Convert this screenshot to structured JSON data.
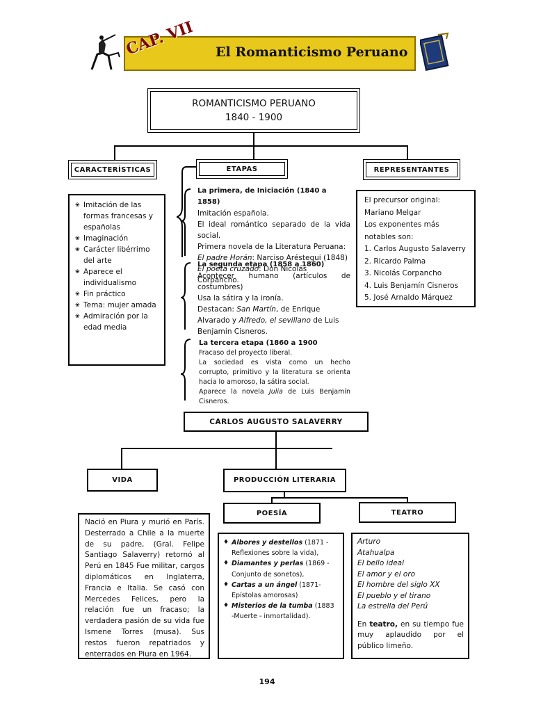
{
  "header": {
    "cap_label": "CAP. VII",
    "title": "El Romanticismo Peruano"
  },
  "main_box": {
    "title": "ROMANTICISMO PERUANO",
    "years": "1840 - 1900"
  },
  "caracteristicas": {
    "heading": "CARACTERÍSTICAS",
    "items": [
      "Imitación de las formas francesas y españolas",
      "Imaginación",
      "Carácter libérrimo del arte",
      "Aparece el individualismo",
      "Fin práctico",
      "Tema: mujer amada",
      "Admiración por la edad media"
    ]
  },
  "etapas": {
    "heading": "ETAPAS",
    "primera": {
      "title": "La primera,  de Iniciación (1840 a 1858)",
      "l1": "Imitación española.",
      "l2": "El ideal romántico separado de la vida social.",
      "l3": "Primera novela de la Literatura Peruana:",
      "l4_it": "El padre Horán",
      "l4_rest": ": Narciso Aréstegui (1848)",
      "l5_it": "El poeta cruzado",
      "l5_rest": ": Don Nicolás Corpancho."
    },
    "segunda": {
      "title": "La segunda etapa (1858 a 1860)",
      "l1": "Acontecer humano (artículos de costumbres)",
      "l2": "Usa la sátira y la ironía.",
      "l3a": "Destacan: ",
      "l3_it": "San Martín",
      "l3b": ", de Enrique Alvarado y ",
      "l3_it2": "Alfredo, el sevillano",
      "l3c": " de Luis Benjamín Cisneros."
    },
    "tercera": {
      "title": "La tercera etapa (1860 a 1900",
      "l1": "Fracaso del proyecto liberal.",
      "l2": "La sociedad es vista como un hecho corrupto, primitivo y la literatura se orienta hacia lo amoroso, la sátira social.",
      "l3a": "Aparece la novela ",
      "l3_it": "Julia",
      "l3b": " de Luis Benjamín Cisneros."
    }
  },
  "representantes": {
    "heading": "REPRESENTANTES",
    "l1": "El precursor original:",
    "l2": "Mariano Melgar",
    "l3": "Los exponentes más notables son:",
    "list": [
      "1. Carlos Augusto Salaverry",
      "2. Ricardo Palma",
      "3. Nicolás Corpancho",
      "4. Luis Benjamín Cisneros",
      "5. José Arnaldo Márquez"
    ]
  },
  "salaverry": {
    "heading": "CARLOS AUGUSTO SALAVERRY"
  },
  "vida": {
    "heading": "VIDA",
    "text": "Nació en Piura y murió en París. Desterrado a Chile a la muerte de su padre, (Gral. Felipe Santiago Salaverry) retornó al Perú en 1845 Fue militar, cargos diplomáticos en Inglaterra, Francia e Italia. Se casó con Mercedes Felices, pero la relación fue un fracaso; la verdadera pasión de su vida fue Ismene Torres (musa). Sus restos fueron repatriados y enterrados en Piura en 1964."
  },
  "produccion": {
    "heading": "PRODUCCIÓN LITERARIA"
  },
  "poesia": {
    "heading": "POESÍA",
    "items": [
      {
        "title": "Albores y destellos",
        "rest": " (1871 - Reflexiones sobre la vida),"
      },
      {
        "title": "Diamantes y perlas",
        "rest": " (1869 - Conjunto de sonetos),"
      },
      {
        "title": "Cartas a un ángel",
        "rest": " (1871- Epístolas amorosas)"
      },
      {
        "title": "Misterios de la tumba",
        "rest": " (1883 -Muerte - inmortalidad)."
      }
    ]
  },
  "teatro": {
    "heading": "TEATRO",
    "works": [
      "Arturo",
      "Atahualpa",
      "El bello ideal",
      "El amor y el oro",
      "El hombre del siglo XX",
      "El pueblo y el tirano",
      "La estrella del Perú"
    ],
    "note_a": "En ",
    "note_b": "teatro,",
    "note_c": " en su tiempo fue muy aplaudido por el público limeño."
  },
  "page_number": "194",
  "colors": {
    "banner_bg": "#e8c81a",
    "banner_dark": "#8a6d00",
    "banner_title": "#7a0a0a"
  }
}
